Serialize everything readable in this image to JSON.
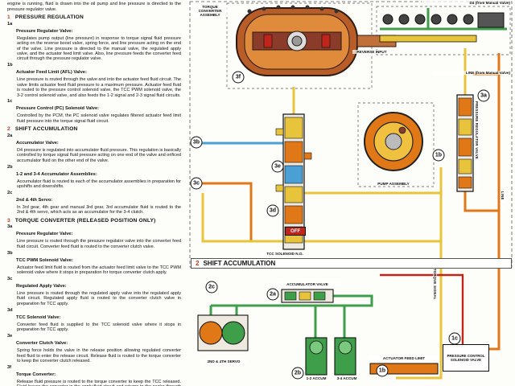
{
  "left": {
    "intro": "engine is running, fluid is drawn into the oil pump and line pressure is directed to the pressure regulator valve.",
    "sections": [
      {
        "num": "1",
        "title": "PRESSURE REGULATION",
        "items": [
          {
            "id": "1a",
            "heading": "Pressure Regulator Valve:",
            "body": "Regulates pump output (line pressure) in response to torque signal fluid pressure acting on the reverse boost valve, spring force, and line pressure acting on the end of the valve. Line pressure is directed to the manual valve, the regulated apply valve, and the actuator feed limit valve. Also, line pressure feeds the converter feed circuit through the pressure regulator valve."
          },
          {
            "id": "1b",
            "heading": "Actuator Feed Limit (AFL) Valve:",
            "body": "Line pressure is routed through the valve and into the actuator feed fluid circuit. The valve limits actuator feed fluid pressure to a maximum pressure. Actuator feed fluid is routed to the pressure control solenoid valve, the TCC PWM solenoid valve, the 3-2 control solenoid valve, and also feeds the 1-2 signal and 2-3 signal fluid circuits."
          },
          {
            "id": "1c",
            "heading": "Pressure Control (PC) Solenoid Valve:",
            "body": "Controlled by the PCM, the PC solenoid valve regulates filtered actuator feed limit fluid pressure into the torque signal fluid circuit."
          }
        ]
      },
      {
        "num": "2",
        "title": "SHIFT ACCUMULATION",
        "items": [
          {
            "id": "2a",
            "heading": "Accumulator Valve:",
            "body": "D4 pressure is regulated into accumulator fluid pressure. This regulation is basically controlled by torque signal fluid pressure acting on one end of the valve and orificed accumulator fluid on the other end of the valve."
          },
          {
            "id": "2b",
            "heading": "1-2 and 3-4 Accumulator Assemblies:",
            "body": "Accumulator fluid is routed to each of the accumulator assemblies in preparation for upshifts and downshifts."
          },
          {
            "id": "2c",
            "heading": "2nd & 4th Servo:",
            "body": "In 3rd gear, 4th gear and manual 3rd gear, 3rd accumulator fluid is routed to the 2nd & 4th servo, which acts as an accumulator for the 3-4 clutch."
          }
        ]
      },
      {
        "num": "3",
        "title": "TORQUE CONVERTER (RELEASED POSITION ONLY)",
        "items": [
          {
            "id": "3a",
            "heading": "Pressure Regulator Valve:",
            "body": "Line pressure is routed through the pressure regulator valve into the converter feed fluid circuit. Converter feed fluid is routed to the converter clutch valve."
          },
          {
            "id": "3b",
            "heading": "TCC PWM Solenoid Valve:",
            "body": "Actuator feed limit fluid is routed from the actuator feed limit valve to the TCC PWM solenoid valve where it stops in preparation for torque converter clutch apply."
          },
          {
            "id": "3c",
            "heading": "Regulated Apply Valve:",
            "body": "Line pressure is routed through the regulated apply valve into the regulated apply fluid circuit. Regulated apply fluid is routed to the converter clutch valve in preparation for TCC apply."
          },
          {
            "id": "3d",
            "heading": "TCC Solenoid Valve:",
            "body": "Converter feed fluid is supplied to the TCC solenoid valve where it stops in preparation for TCC apply."
          },
          {
            "id": "3e",
            "heading": "Converter Clutch Valve:",
            "body": "Spring force holds the valve in the release position allowing regulated converter feed fluid to enter the release circuit. Release fluid is routed to the torque converter to keep the converter clutch released."
          },
          {
            "id": "3f",
            "heading": "Torque Converter:",
            "body": "Release fluid pressure is routed to the torque converter to keep the TCC released. Fluid leaves the converter in the apply fluid circuit and returns to the cooler through the converter clutch valve."
          }
        ]
      }
    ]
  },
  "diagram": {
    "shift_header": {
      "num": "2",
      "title": "SHIFT ACCUMULATION"
    },
    "labels": {
      "torque_converter_assembly": "TORQUE CONVERTER ASSEMBLY",
      "d4_from_manual": "D4 (from Manual Valve)",
      "reverse_input": "REVERSE INPUT",
      "line_from_manual": "LINE (from Manual Valve)",
      "tcc_solenoid": "TCC SOLENOID N.O.",
      "off": "OFF",
      "pump_assembly": "PUMP ASSEMBLY",
      "pressure_regulator_valve": "PRESSURE REGULATOR VALVE",
      "accumulator_valve": "ACCUMULATOR VALVE",
      "one_two_accum": "1-2 ACCUM",
      "three_four_accum": "3-4 ACCUM",
      "second_fourth_servo": "2ND & 4TH SERVO",
      "actuator_feed_limit": "ACTUATOR FEED LIMIT",
      "pressure_control_solenoid": "PRESSURE CONTROL SOLENOID VALVE",
      "torque_signal": "TORQUE SIGNAL",
      "line": "LINE"
    },
    "callouts": {
      "c1b": "1b",
      "c1c": "1c",
      "c2a": "2a",
      "c2b": "2b",
      "c2c": "2c",
      "c3a": "3a",
      "c3b": "3b",
      "c3c": "3c",
      "c3d": "3d",
      "c3e": "3e",
      "c3f": "3f"
    },
    "colors": {
      "line_pressure": "#e07818",
      "converter_feed": "#e8c43c",
      "d4_accumulator": "#3e9e4a",
      "signal": "#4a9fd4",
      "torque_signal": "#c0241b",
      "converter_body": "#b85c28"
    }
  }
}
